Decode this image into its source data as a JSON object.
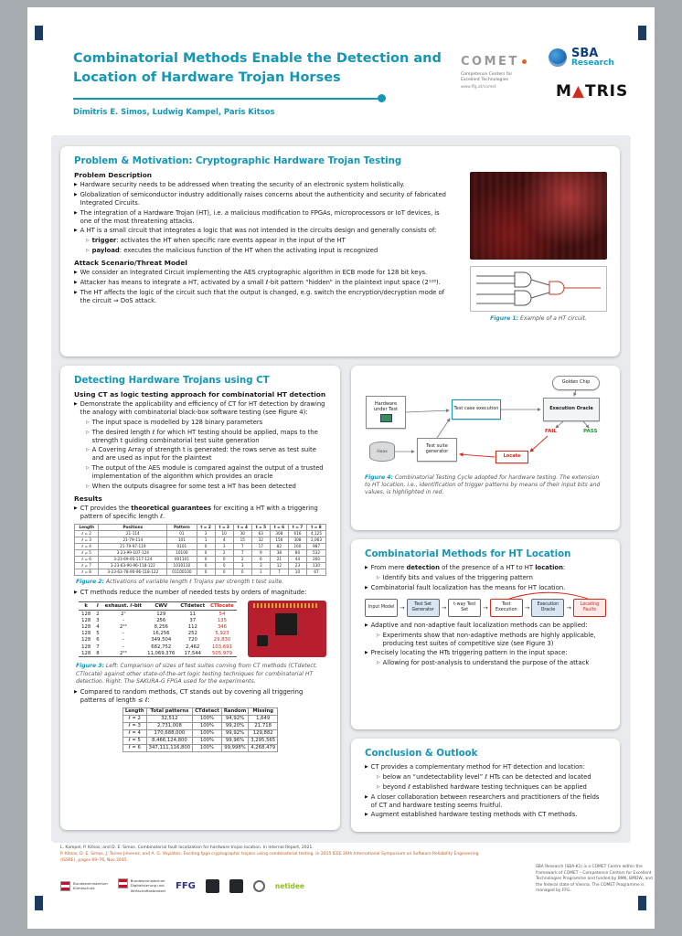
{
  "header": {
    "title_line1": "Combinatorial Methods Enable the Detection and",
    "title_line2": "Location of Hardware Trojan Horses",
    "authors": "Dimitris E. Simos, Ludwig Kampel, Paris Kitsos",
    "logos": {
      "comet": "COMET",
      "comet_sub1": "Competence Centers for",
      "comet_sub2": "Excellent Technologies",
      "comet_url": "www.ffg.at/comet",
      "sba_top": "SBA",
      "sba_bottom": "Research",
      "matris_m": "M",
      "matris_a": "▲",
      "matris_rest": "TRIS"
    }
  },
  "problem": {
    "heading": "Problem & Motivation: Cryptographic Hardware Trojan Testing",
    "sub1": "Problem Description",
    "bullets1": [
      {
        "text": "Hardware security needs to be addressed when treating the security of an electronic system holistically."
      },
      {
        "text": "Globalization of semiconductor industry additionally raises concerns about the authenticity and security of fabricated Integrated Circuits."
      },
      {
        "text": "The integration of a Hardware Trojan (HT), i.e. a malicious modification to FPGAs, microprocessors or IoT devices, is one of the most threatening attacks."
      },
      {
        "text": "A HT is a small circuit that integrates a logic that was not intended in the circuits design and generally consists of:",
        "subs": [
          "**trigger**: activates the HT when specific rare events appear in the input of the HT",
          "**payload**: executes the malicious function of the HT when the activating input is recognized"
        ]
      }
    ],
    "sub2": "Attack Scenario/Threat Model",
    "bullets2": [
      {
        "text": "We consider an Integrated Circuit implementing the AES cryptographic algorithm in ECB mode for 128 bit keys."
      },
      {
        "text": "Attacker has means to integrate a HT, activated by a small ℓ-bit pattern “hidden” in the plaintext input space (2¹²⁸)."
      },
      {
        "text": "The HT affects the logic of the circuit such that the output is changed, e.g. switch the encryption/decryption mode of the circuit ⇒ DoS attack."
      }
    ],
    "fig1_label": "Figure 1:",
    "fig1_caption": "Example of a HT circuit."
  },
  "detecting": {
    "heading": "Detecting Hardware Trojans using CT",
    "subheading": "Using CT as logic testing approach for combinatorial HT detection",
    "bullets1": [
      {
        "text": "Demonstrate the applicability and efficiency of CT for HT detection by drawing the analogy with combinatorial black-box software testing (see Figure 4):",
        "subs": [
          "The input space is modelled by 128 binary parameters",
          "The desired length ℓ for which HT testing should be applied, maps to the strength t guiding combinatorial test suite generation",
          "A Covering Array of strength t is generated: the rows serve as test suite and are used as input for the plaintext",
          "The output of the AES module is compared against the output of a trusted implementation of the algorithm which provides an oracle",
          "When the outputs disagree for some test a HT has been detected"
        ]
      }
    ],
    "results_heading": "Results",
    "bullets2": [
      {
        "text": "CT provides the **theoretical guarantees** for exciting a HT with a triggering pattern of specific length ℓ."
      }
    ],
    "fig2_table": {
      "headers": [
        "Length",
        "Positions",
        "Pattern",
        "t = 2",
        "t = 3",
        "t = 4",
        "t = 5",
        "t = 6",
        "t = 7",
        "t = 8"
      ],
      "rows": [
        [
          "ℓ = 2",
          "21-114",
          "01",
          "3",
          "10",
          "30",
          "63",
          "308",
          "616",
          "4,125"
        ],
        [
          "ℓ = 3",
          "21-79-114",
          "101",
          "1",
          "4",
          "15",
          "32",
          "156",
          "308",
          "2,063"
        ],
        [
          "ℓ = 4",
          "21-79-97-119",
          "0101",
          "0",
          "3",
          "7",
          "17",
          "82",
          "160",
          "987"
        ],
        [
          "ℓ = 5",
          "3-23-99-107-124",
          "10100",
          "0",
          "2",
          "7",
          "9",
          "38",
          "80",
          "532"
        ],
        [
          "ℓ = 6",
          "3-23-69-95-117-124",
          "001101",
          "0",
          "0",
          "2",
          "6",
          "21",
          "44",
          "260"
        ],
        [
          "ℓ = 7",
          "3-23-63-90-96-118-122",
          "1010110",
          "0",
          "0",
          "3",
          "3",
          "12",
          "23",
          "130"
        ],
        [
          "ℓ = 8",
          "3-23-63-78-90-96-118-122",
          "01100100",
          "0",
          "0",
          "0",
          "1",
          "7",
          "10",
          "67"
        ]
      ]
    },
    "fig2_label": "Figure 2:",
    "fig2_caption": "Activations of variable length ℓ Trojans per strength t test suite.",
    "bullets3": [
      {
        "text": "CT methods reduce the number of needed tests by orders of magnitude:"
      }
    ],
    "fig3_table": {
      "headers": [
        "k",
        "ℓ",
        "exhaust. ℓ-bit",
        "CWV",
        "CTdetect",
        "CTlocate"
      ],
      "red_col": 5,
      "rows": [
        [
          "128",
          "2",
          "2⁷",
          "129",
          "11",
          "54"
        ],
        [
          "128",
          "3",
          "–",
          "256",
          "37",
          "135"
        ],
        [
          "128",
          "4",
          "2¹³",
          "8,256",
          "112",
          "346"
        ],
        [
          "128",
          "5",
          "–",
          "16,256",
          "252",
          "5,923"
        ],
        [
          "128",
          "6",
          "–",
          "349,504",
          "720",
          "29,830"
        ],
        [
          "128",
          "7",
          "–",
          "682,752",
          "2,462",
          "103,691"
        ],
        [
          "128",
          "8",
          "2²³",
          "11,069,376",
          "17,544",
          "505,979"
        ]
      ]
    },
    "fig3_label": "Figure 3:",
    "fig3_caption": "Left: Comparison of sizes of test suites coming from CT methods (CTdetect, CTlocate) against other state-of-the-art logic testing techniques for combinatorial HT detection. Right: The SAKURA-G FPGA used for the experiments.",
    "bullets4": [
      {
        "text": "Compared to random methods, CT stands out by covering all triggering patterns of length ≤ ℓ:"
      }
    ],
    "random_table": {
      "headers": [
        "Length",
        "Total patterns",
        "CTdetect",
        "Random",
        "Missing"
      ],
      "rows": [
        [
          "ℓ = 2",
          "32,512",
          "100%",
          "94,92%",
          "1,649"
        ],
        [
          "ℓ = 3",
          "2,731,008",
          "100%",
          "99,20%",
          "21,718"
        ],
        [
          "ℓ = 4",
          "170,688,000",
          "100%",
          "99,92%",
          "129,882"
        ],
        [
          "ℓ = 5",
          "8,466,124,800",
          "100%",
          "99,96%",
          "3,295,565"
        ],
        [
          "ℓ = 6",
          "347,111,116,800",
          "100%",
          "99,998%",
          "4,268,479"
        ]
      ]
    }
  },
  "fig4": {
    "label": "Figure 4:",
    "caption": "Combinatorial Testing Cycle adopted for hardware testing.  The extension to HT location, i.e., identification of trigger patterns by means of their input bits and values, is highlighted in red.",
    "nodes": {
      "hardware": "Hardware under Test",
      "golden": "Golden Chip",
      "testcase": "Test case execution",
      "oracle": "Execution Oracle",
      "generator": "Test suite generator",
      "fail": "FAIL",
      "pass": "PASS",
      "locate": "Locate",
      "hoax": "Hoax"
    }
  },
  "location": {
    "heading": "Combinatorial Methods for HT Location",
    "bullets1": [
      {
        "text": "From mere **detection** of the presence of a HT to HT **location**:",
        "subs": [
          "Identify bits and values of the triggering pattern"
        ]
      },
      {
        "text": "Combinatorial fault localization has the means for HT location."
      }
    ],
    "flow": [
      {
        "label": "Input Model"
      },
      {
        "label": "Test Set Generator",
        "cls": "tint"
      },
      {
        "label": "t-way Test Set"
      },
      {
        "label": "Test Execution",
        "cls": "hl"
      },
      {
        "label": "Execution Oracle",
        "cls": "tint"
      },
      {
        "label": "Locating Faults",
        "cls": "hl2"
      }
    ],
    "bullets2": [
      {
        "text": "Adaptive and non-adaptive fault localization methods can be applied:",
        "subs": [
          "Experiments show that non-adaptive methods are highly applicable, producing test suites of competitive size (see Figure 3)"
        ]
      },
      {
        "text": "Precisely locating the HTs triggering pattern in the input space:",
        "subs": [
          "Allowing for post-analysis to understand the purpose of the attack"
        ]
      }
    ]
  },
  "conclusion": {
    "heading": "Conclusion & Outlook",
    "bullets": [
      {
        "text": "CT provides a complementary method for HT detection and location:",
        "subs": [
          "below an “undetectability level” ℓ HTs can be detected and located",
          "beyond ℓ established hardware testing techniques can be applied"
        ]
      },
      {
        "text": "A closer collaboration between researchers and practitioners of the fields of CT and hardware testing seems fruitful."
      },
      {
        "text": "Augment established hardware testing methods with CT methods."
      }
    ]
  },
  "footer": {
    "ref1": "L. Kampel, P. Kitsos, and D. E. Simos. Combinatorial fault localization for hardware trojan location. In Internal Report, 2021.",
    "ref2": "P. Kitsos, D. E. Simos, J. Torres-Jimenez, and A. G. Voyiatzis. Exciting fpga cryptographic trojans using combinatorial testing. In 2015 IEEE 26th International Symposium on Software Reliability Engineering (ISSRE), pages 69–76, Nov 2015.",
    "funding": "SBA Research (SBA-K1) is a COMET Centre within the framework of COMET – Competence Centers for Excellent Technologies Programme and funded by BMK, BMDW, and the federal state of Vienna. The COMET Programme is managed by FFG.",
    "ministry1": [
      "Bundesministerium",
      "Klimaschutz"
    ],
    "ministry2": [
      "Bundesministerium",
      "Digitalisierung und",
      "Wirtschaftsstandort"
    ],
    "ffg": "FFG",
    "netidee": "netidee"
  }
}
